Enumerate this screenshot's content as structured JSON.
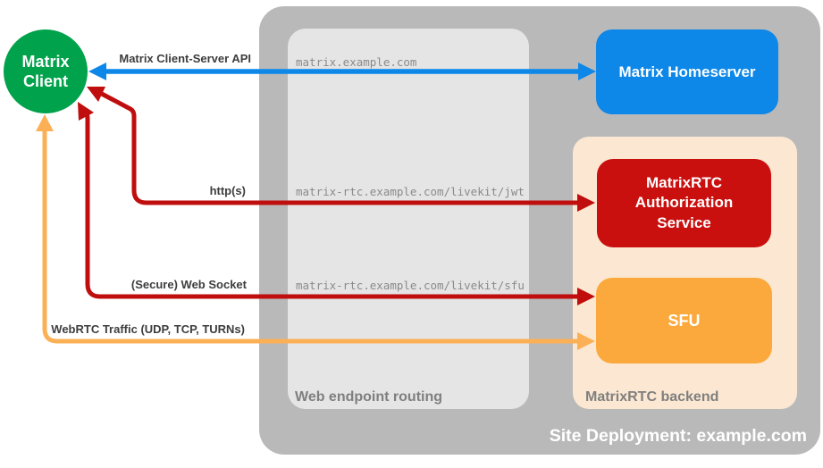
{
  "colors": {
    "client_green": "#00A24B",
    "homeserver_blue": "#0D87E8",
    "auth_red": "#C9100F",
    "sfu_orange": "#FBA93D",
    "arrow_red": "#C00D0D",
    "arrow_orange": "#FBB056",
    "backend_peach": "#FCE8D2",
    "outer_gray": "#B9B9B9",
    "inner_gray": "#E5E5E5",
    "box_label_gray": "#7F7F7F",
    "url_gray": "#8A8A8A",
    "arrow_label_dark": "#3D3D3D"
  },
  "client": {
    "label": "Matrix Client"
  },
  "deployment": {
    "label": "Site Deployment: example.com",
    "homeserver": {
      "label": "Matrix Homeserver"
    },
    "web_endpoint_routing": {
      "label": "Web endpoint routing",
      "endpoints": {
        "homeserver": "matrix.example.com",
        "jwt": "matrix-rtc.example.com/livekit/jwt",
        "sfu": "matrix-rtc.example.com/livekit/sfu"
      }
    },
    "matrixrtc_backend": {
      "label": "MatrixRTC backend",
      "auth_service": {
        "label": "MatrixRTC Authorization Service"
      },
      "sfu": {
        "label": "SFU"
      }
    }
  },
  "connections": {
    "client_server_api": {
      "label": "Matrix Client-Server API"
    },
    "http": {
      "label": "http(s)"
    },
    "websocket": {
      "label": "(Secure) Web Socket"
    },
    "webrtc": {
      "label": "WebRTC Traffic (UDP, TCP, TURNs)"
    }
  }
}
